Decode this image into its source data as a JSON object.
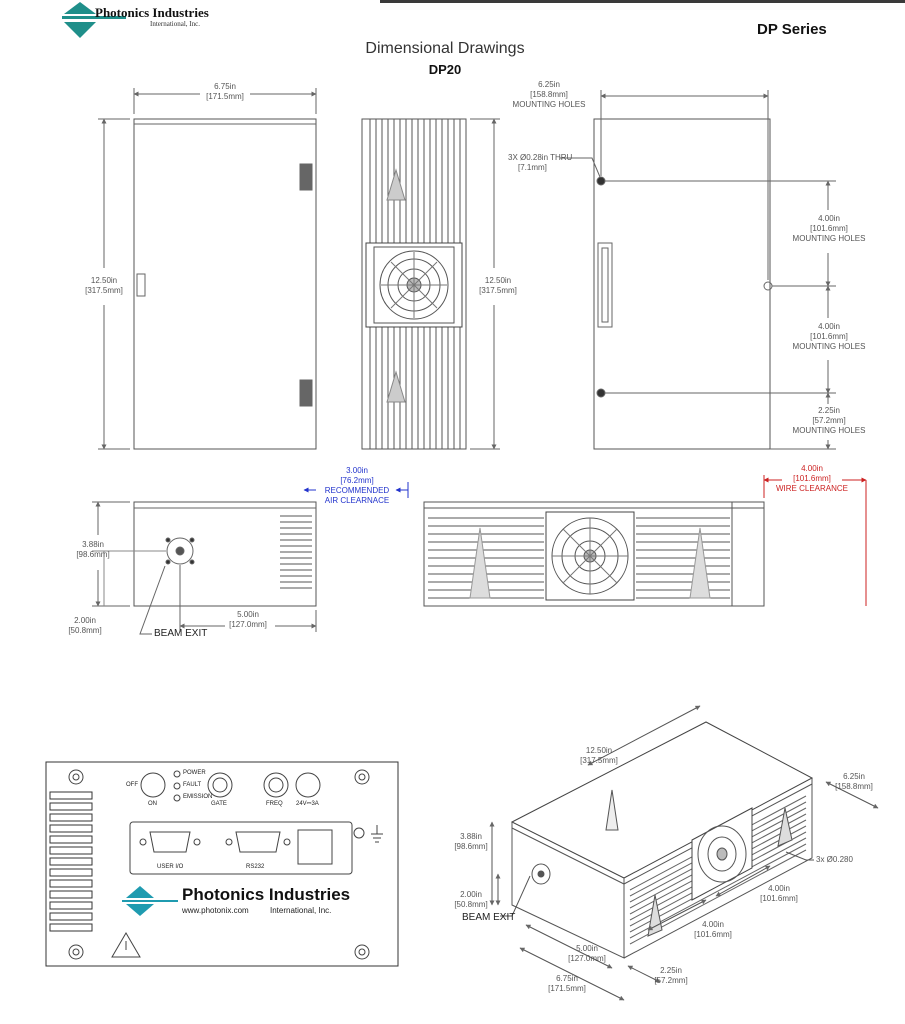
{
  "header": {
    "company": "Photonics Industries",
    "company_sub": "International, Inc.",
    "series": "DP Series",
    "title": "Dimensional Drawings",
    "model": "DP20"
  },
  "dimensions": {
    "top_width": "6.75in",
    "top_width_mm": "[171.5mm]",
    "side_height": "12.50in",
    "side_height_mm": "[317.5mm]",
    "front_height": "12.50in",
    "front_height_mm": "[317.5mm]",
    "mount_width": "6.25in",
    "mount_width_mm": "[158.8mm]",
    "mount_width_note": "MOUNTING HOLES",
    "hole_spec": "3X Ø0.28in THRU",
    "hole_spec_mm": "[7.1mm]",
    "hole_1": "4.00in",
    "hole_1_mm": "[101.6mm]",
    "hole_1_note": "MOUNTING HOLES",
    "hole_2": "4.00in",
    "hole_2_mm": "[101.6mm]",
    "hole_2_note": "MOUNTING HOLES",
    "hole_3": "2.25in",
    "hole_3_mm": "[57.2mm]",
    "hole_3_note": "MOUNTING HOLES",
    "end_height": "3.88in",
    "end_height_mm": "[98.6mm]",
    "beam_height": "2.00in",
    "beam_height_mm": "[50.8mm]",
    "beam_offset": "5.00in",
    "beam_offset_mm": "[127.0mm]",
    "beam_exit": "BEAM EXIT",
    "air": "3.00in",
    "air_mm": "[76.2mm]",
    "air_note_1": "RECOMMENDED",
    "air_note_2": "AIR CLEARNACE",
    "wire": "4.00in",
    "wire_mm": "[101.6mm]",
    "wire_note": "WIRE CLEARANCE"
  },
  "panel": {
    "off": "OFF",
    "on": "ON",
    "power": "POWER",
    "fault": "FAULT",
    "emission": "EMISSION",
    "gate": "GATE",
    "freq": "FREQ",
    "supply": "24V⎓3A",
    "user_io": "USER I/O",
    "rs232": "RS232",
    "company": "Photonics Industries",
    "url": "www.photonix.com",
    "inc": "International, Inc."
  },
  "iso": {
    "length": "12.50in",
    "length_mm": "[317.5mm]",
    "width": "6.25in",
    "width_mm": "[158.8mm]",
    "height": "3.88in",
    "height_mm": "[98.6mm]",
    "beam_h": "2.00in",
    "beam_h_mm": "[50.8mm]",
    "beam_exit": "BEAM EXIT",
    "hole": "3x Ø0.280",
    "h1": "4.00in",
    "h1_mm": "[101.6mm]",
    "h2": "4.00in",
    "h2_mm": "[101.6mm]",
    "offset": "5.00in",
    "offset_mm": "[127.0mm]",
    "h3": "2.25in",
    "h3_mm": "[57.2mm]",
    "total_w": "6.75in",
    "total_w_mm": "[171.5mm]"
  },
  "colors": {
    "line": "#555555",
    "blue": "#2233cc",
    "red": "#cc2222",
    "logo_teal": "#2a9d8f"
  }
}
